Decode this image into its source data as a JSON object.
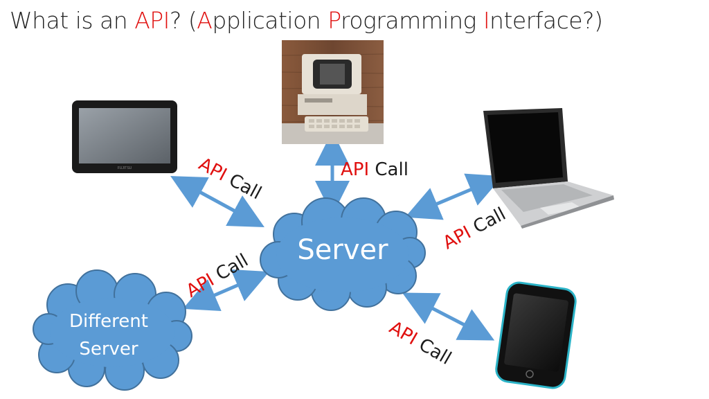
{
  "title": {
    "p1": "What is an ",
    "p2": "API",
    "p3": "? (",
    "p4": "A",
    "p5": "pplication ",
    "p6": "P",
    "p7": "rogramming ",
    "p8": "I",
    "p9": "nterface?)"
  },
  "server": {
    "label": "Server"
  },
  "different_server": {
    "line1": "Different",
    "line2": "Server"
  },
  "api_call": {
    "api": "API",
    "call": " Call"
  },
  "colors": {
    "accent_red": "#e0100f",
    "cloud_blue": "#5b9bd5",
    "arrow_blue": "#5b9bd5",
    "cloud_outline": "#41719c"
  },
  "devices": [
    "tablet-image",
    "retro-computer-image",
    "laptop-image",
    "smartphone-image"
  ]
}
